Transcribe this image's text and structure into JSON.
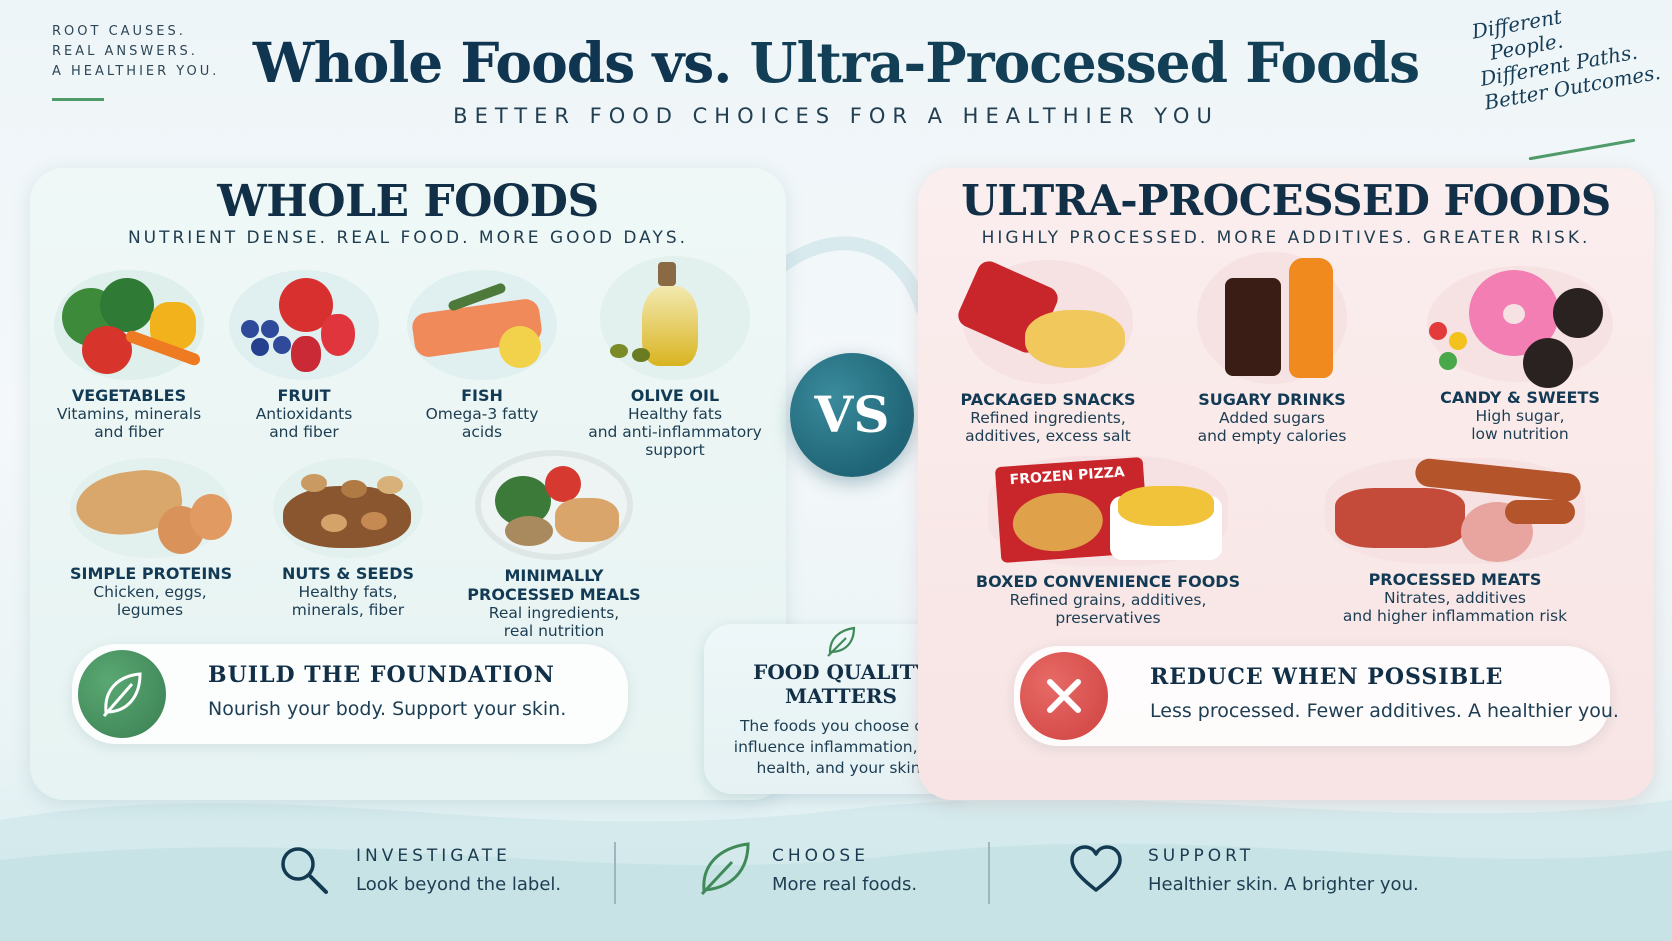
{
  "header": {
    "tagline": [
      "ROOT CAUSES.",
      "REAL ANSWERS.",
      "A HEALTHIER YOU."
    ],
    "title_part1": "Whole Foods vs. ",
    "title_part2": "Ultra-Processed Foods",
    "subtitle": "BETTER FOOD CHOICES FOR A HEALTHIER YOU",
    "corner_note": [
      "Different",
      "People.",
      "Different Paths.",
      "Better Outcomes."
    ]
  },
  "whole": {
    "title": "WHOLE FOODS",
    "subtitle": "NUTRIENT DENSE. REAL FOOD. MORE GOOD DAYS.",
    "items": [
      {
        "name": "VEGETABLES",
        "desc": "Vitamins, minerals\nand fiber"
      },
      {
        "name": "FRUIT",
        "desc": "Antioxidants\nand fiber"
      },
      {
        "name": "FISH",
        "desc": "Omega-3 fatty\nacids"
      },
      {
        "name": "OLIVE OIL",
        "desc": "Healthy fats\nand anti-inflammatory\nsupport"
      },
      {
        "name": "SIMPLE PROTEINS",
        "desc": "Chicken, eggs,\nlegumes"
      },
      {
        "name": "NUTS & SEEDS",
        "desc": "Healthy fats,\nminerals, fiber"
      },
      {
        "name": "MINIMALLY\nPROCESSED MEALS",
        "desc": "Real ingredients,\nreal nutrition"
      }
    ],
    "banner_title": "BUILD THE FOUNDATION",
    "banner_sub": "Nourish your body. Support your skin."
  },
  "vs": "VS",
  "center": {
    "title": "FOOD QUALITY\nMATTERS",
    "body": "The foods you choose can influence inflammation, gut health, and your skin."
  },
  "ultra": {
    "title": "ULTRA-PROCESSED FOODS",
    "subtitle": "HIGHLY PROCESSED. MORE ADDITIVES. GREATER RISK.",
    "items": [
      {
        "name": "PACKAGED SNACKS",
        "desc": "Refined ingredients,\nadditives, excess salt"
      },
      {
        "name": "SUGARY DRINKS",
        "desc": "Added sugars\nand empty calories"
      },
      {
        "name": "CANDY & SWEETS",
        "desc": "High sugar,\nlow nutrition"
      },
      {
        "name": "BOXED CONVENIENCE FOODS",
        "desc": "Refined grains, additives,\npreservatives"
      },
      {
        "name": "PROCESSED MEATS",
        "desc": "Nitrates, additives\nand higher inflammation risk"
      }
    ],
    "pizza_box_label": "FROZEN PIZZA",
    "banner_title": "REDUCE WHEN POSSIBLE",
    "banner_sub": "Less processed. Fewer additives. A healthier you."
  },
  "footer": [
    {
      "title": "INVESTIGATE",
      "sub": "Look beyond the label."
    },
    {
      "title": "CHOOSE",
      "sub": "More real foods."
    },
    {
      "title": "SUPPORT",
      "sub": "Healthier skin. A brighter you."
    }
  ],
  "colors": {
    "navy": "#0f3550",
    "green": "#4f9b6a",
    "teal": "#1f6577",
    "red": "#d9514f"
  }
}
